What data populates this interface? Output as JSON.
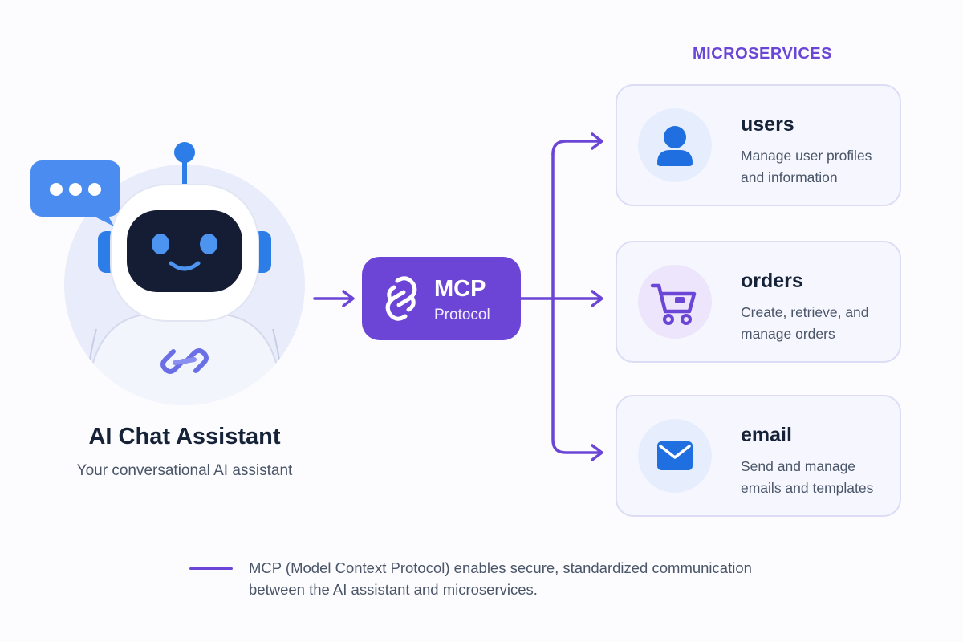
{
  "assistant": {
    "title": "AI Chat Assistant",
    "subtitle": "Your conversational AI assistant",
    "icon": "robot-icon"
  },
  "mcp": {
    "name": "MCP",
    "subtitle": "Protocol",
    "icon": "mcp-logo-icon",
    "color": "#6c45d6"
  },
  "microservices": {
    "header": "MICROSERVICES",
    "services": [
      {
        "name": "users",
        "description": "Manage user profiles and information",
        "icon": "user-icon"
      },
      {
        "name": "orders",
        "description": "Create, retrieve, and manage orders",
        "icon": "cart-icon"
      },
      {
        "name": "email",
        "description": "Send and manage emails and templates",
        "icon": "mail-icon"
      }
    ]
  },
  "footer": {
    "note": "MCP (Model Context Protocol) enables secure, standardized communication between the AI assistant and microservices."
  },
  "colors": {
    "accent": "#6b46d6",
    "blue": "#1f6fe0",
    "navy": "#152238",
    "muted": "#4a5568"
  }
}
